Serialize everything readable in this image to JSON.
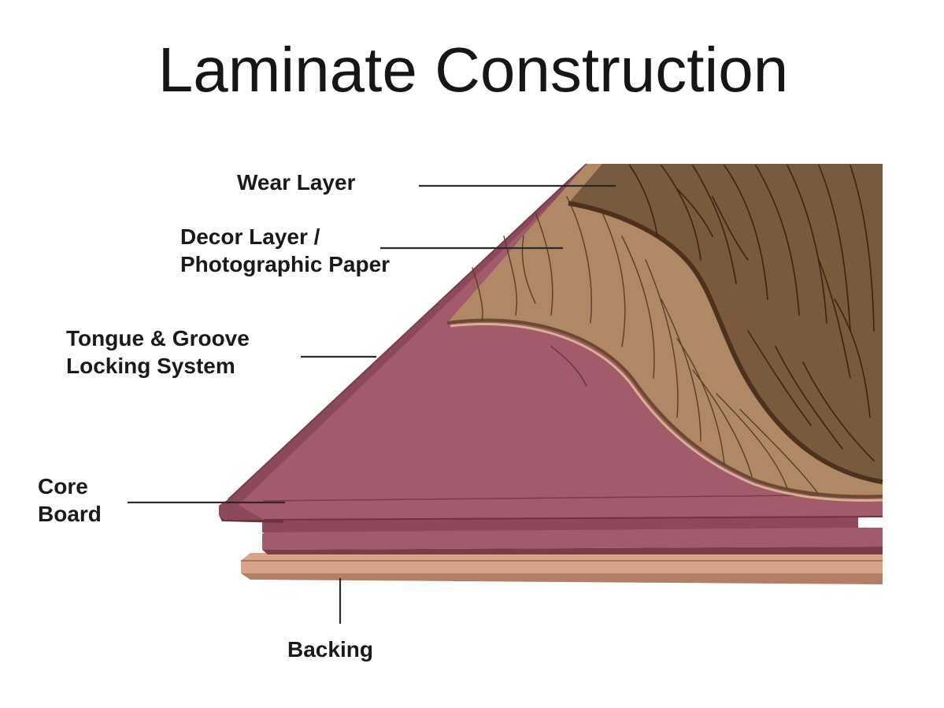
{
  "title": "Laminate Construction",
  "labels": {
    "wear_layer": "Wear Layer",
    "decor_layer_line1": "Decor Layer /",
    "decor_layer_line2": "Photographic Paper",
    "tongue_groove_line1": "Tongue & Groove",
    "tongue_groove_line2": "Locking System",
    "core_board_line1": "Core",
    "core_board_line2": "Board",
    "backing": "Backing"
  },
  "colors": {
    "core": "#a35a6a",
    "core_edge": "#8c4a59",
    "core_dark": "#7a3c4b",
    "decor": "#b08964",
    "wear": "#7a5a3d",
    "backing": "#d7a48a"
  }
}
